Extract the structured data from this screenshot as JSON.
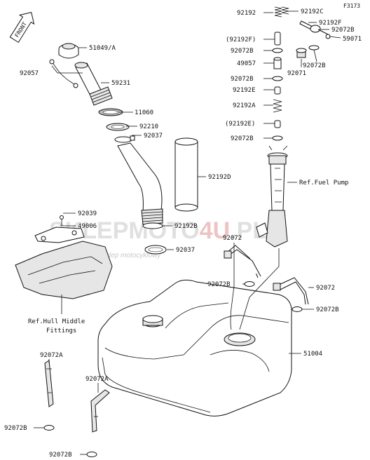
{
  "figure_code": "F3173",
  "front_label": "FRONT",
  "watermark": {
    "name_left": "SKLEPMOTO",
    "name_mid": "4U",
    "name_right": ".PL",
    "tagline": "internetowy sklep motocyklowy"
  },
  "refs": {
    "fuel_pump": "Ref.Fuel Pump",
    "hull_line1": "Ref.Hull Middle",
    "hull_line2": "Fittings"
  },
  "parts": {
    "p51049": "51049/A",
    "p92057": "92057",
    "p59231": "59231",
    "p11060": "11060",
    "p92210": "92210",
    "p92037a": "92037",
    "p92192d": "92192D",
    "p92039": "92039",
    "p49006": "49006",
    "p92192b": "92192B",
    "p92037b": "92037",
    "p92072_mid": "92072",
    "p92072b_mid": "92072B",
    "p92072_right": "92072",
    "p92072b_right": "92072B",
    "p51004": "51004",
    "p92072a_1": "92072A",
    "p92072a_2": "92072A",
    "p92072b_low1": "92072B",
    "p92072b_low2": "92072B",
    "p92192_top": "92192",
    "p92192c": "92192C",
    "p92192f_r": "92192F",
    "p92072b_r1": "92072B",
    "p59071": "59071",
    "p92192f_l": "(92192F)",
    "p92072b_l1": "92072B",
    "p49057": "49057",
    "p92072b_l2": "92072B",
    "p92071": "92071",
    "p92072b_r2": "92072B",
    "p92192e_1": "92192E",
    "p92192a": "92192A",
    "p92192e_2": "(92192E)",
    "p92072b_l3": "92072B"
  }
}
